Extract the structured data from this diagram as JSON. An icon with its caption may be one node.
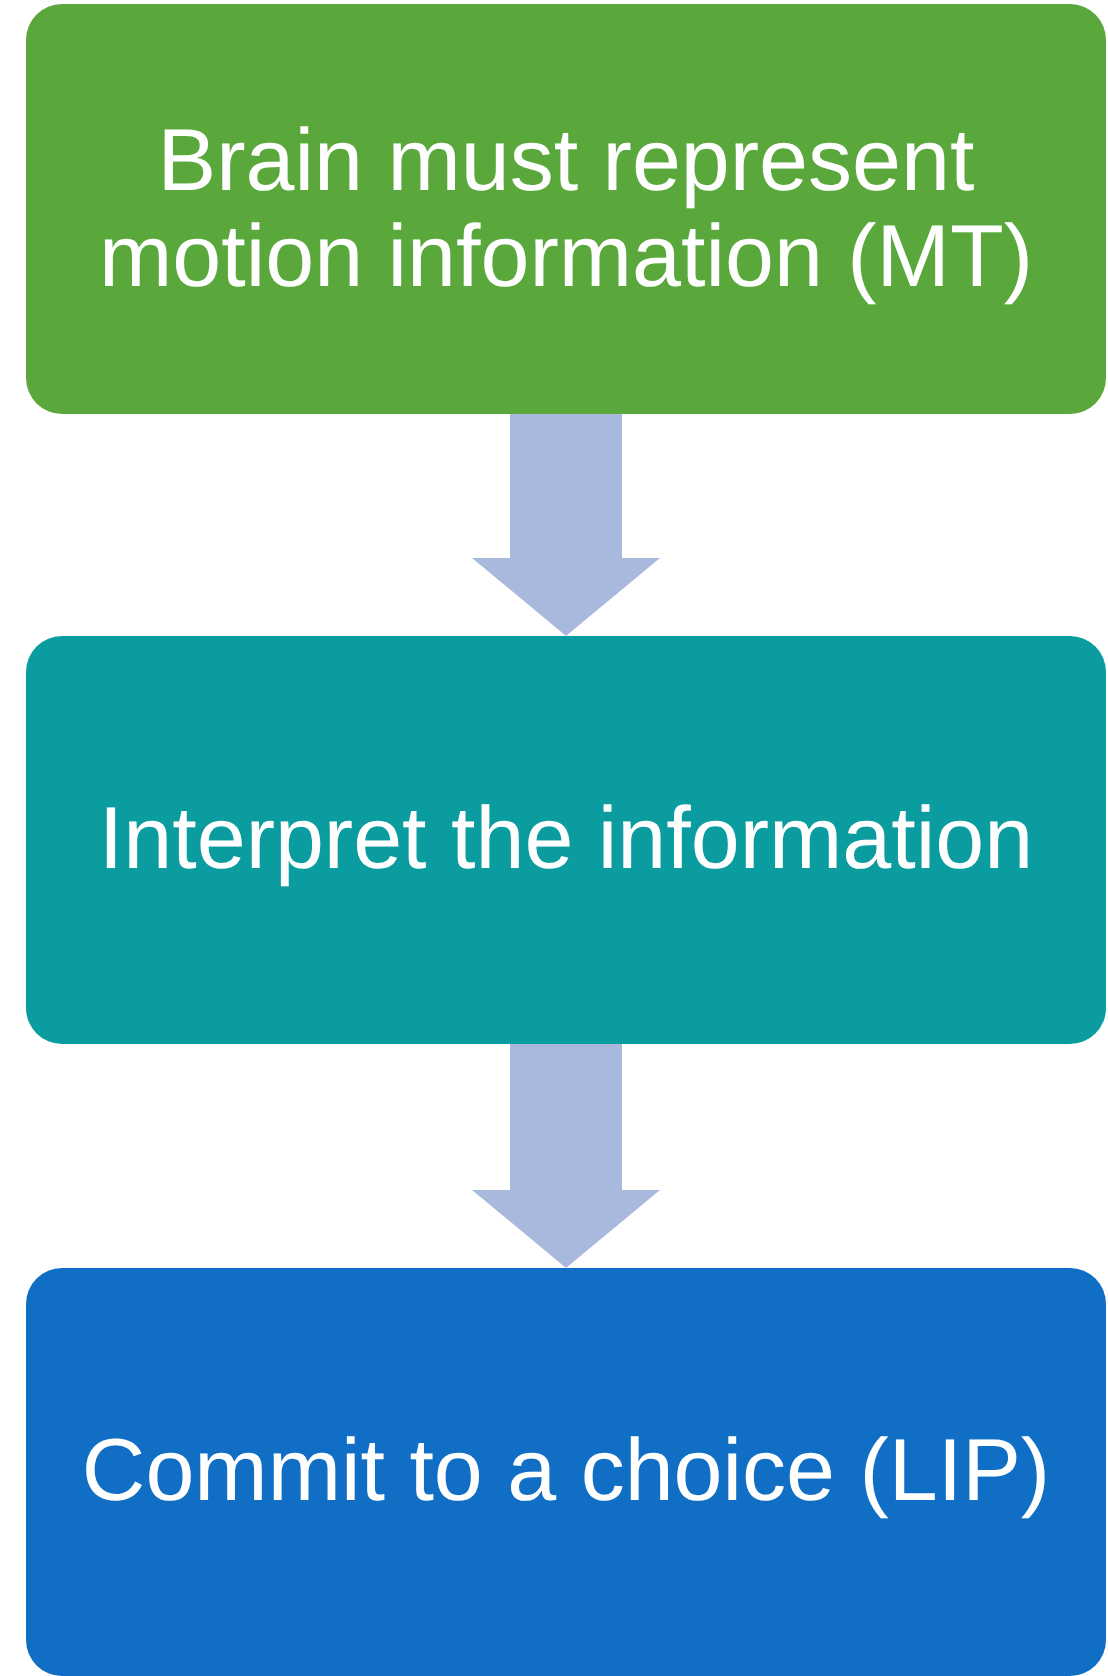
{
  "diagram": {
    "nodes": [
      {
        "text": [
          "Brain must represent motion information (MT)"
        ]
      },
      {
        "text": [
          "Interpret the information"
        ]
      },
      {
        "text": [
          "Commit to a choice (LIP)"
        ]
      }
    ],
    "edges": [
      {
        "from": 0,
        "to": 1,
        "arrow": "to"
      },
      {
        "from": 1,
        "to": 2,
        "arrow": "to"
      }
    ]
  }
}
